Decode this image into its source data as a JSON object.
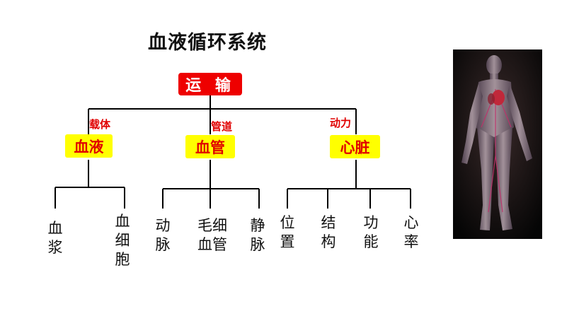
{
  "title": "血液循环系统",
  "root": {
    "label": "运 输"
  },
  "branches": [
    {
      "edge_label": "载体",
      "label": "血液",
      "leaves": [
        "血浆",
        "血细胞"
      ]
    },
    {
      "edge_label": "管道",
      "label": "血管",
      "leaves": [
        "动脉",
        "毛细血管",
        "静脉"
      ]
    },
    {
      "edge_label": "动力",
      "label": "心脏",
      "leaves": [
        "位置",
        "结构",
        "功能",
        "心率"
      ]
    }
  ],
  "colors": {
    "root_bg": "#ee0000",
    "node_bg": "#ffff00",
    "node_text": "#e00000",
    "line": "#000000"
  }
}
